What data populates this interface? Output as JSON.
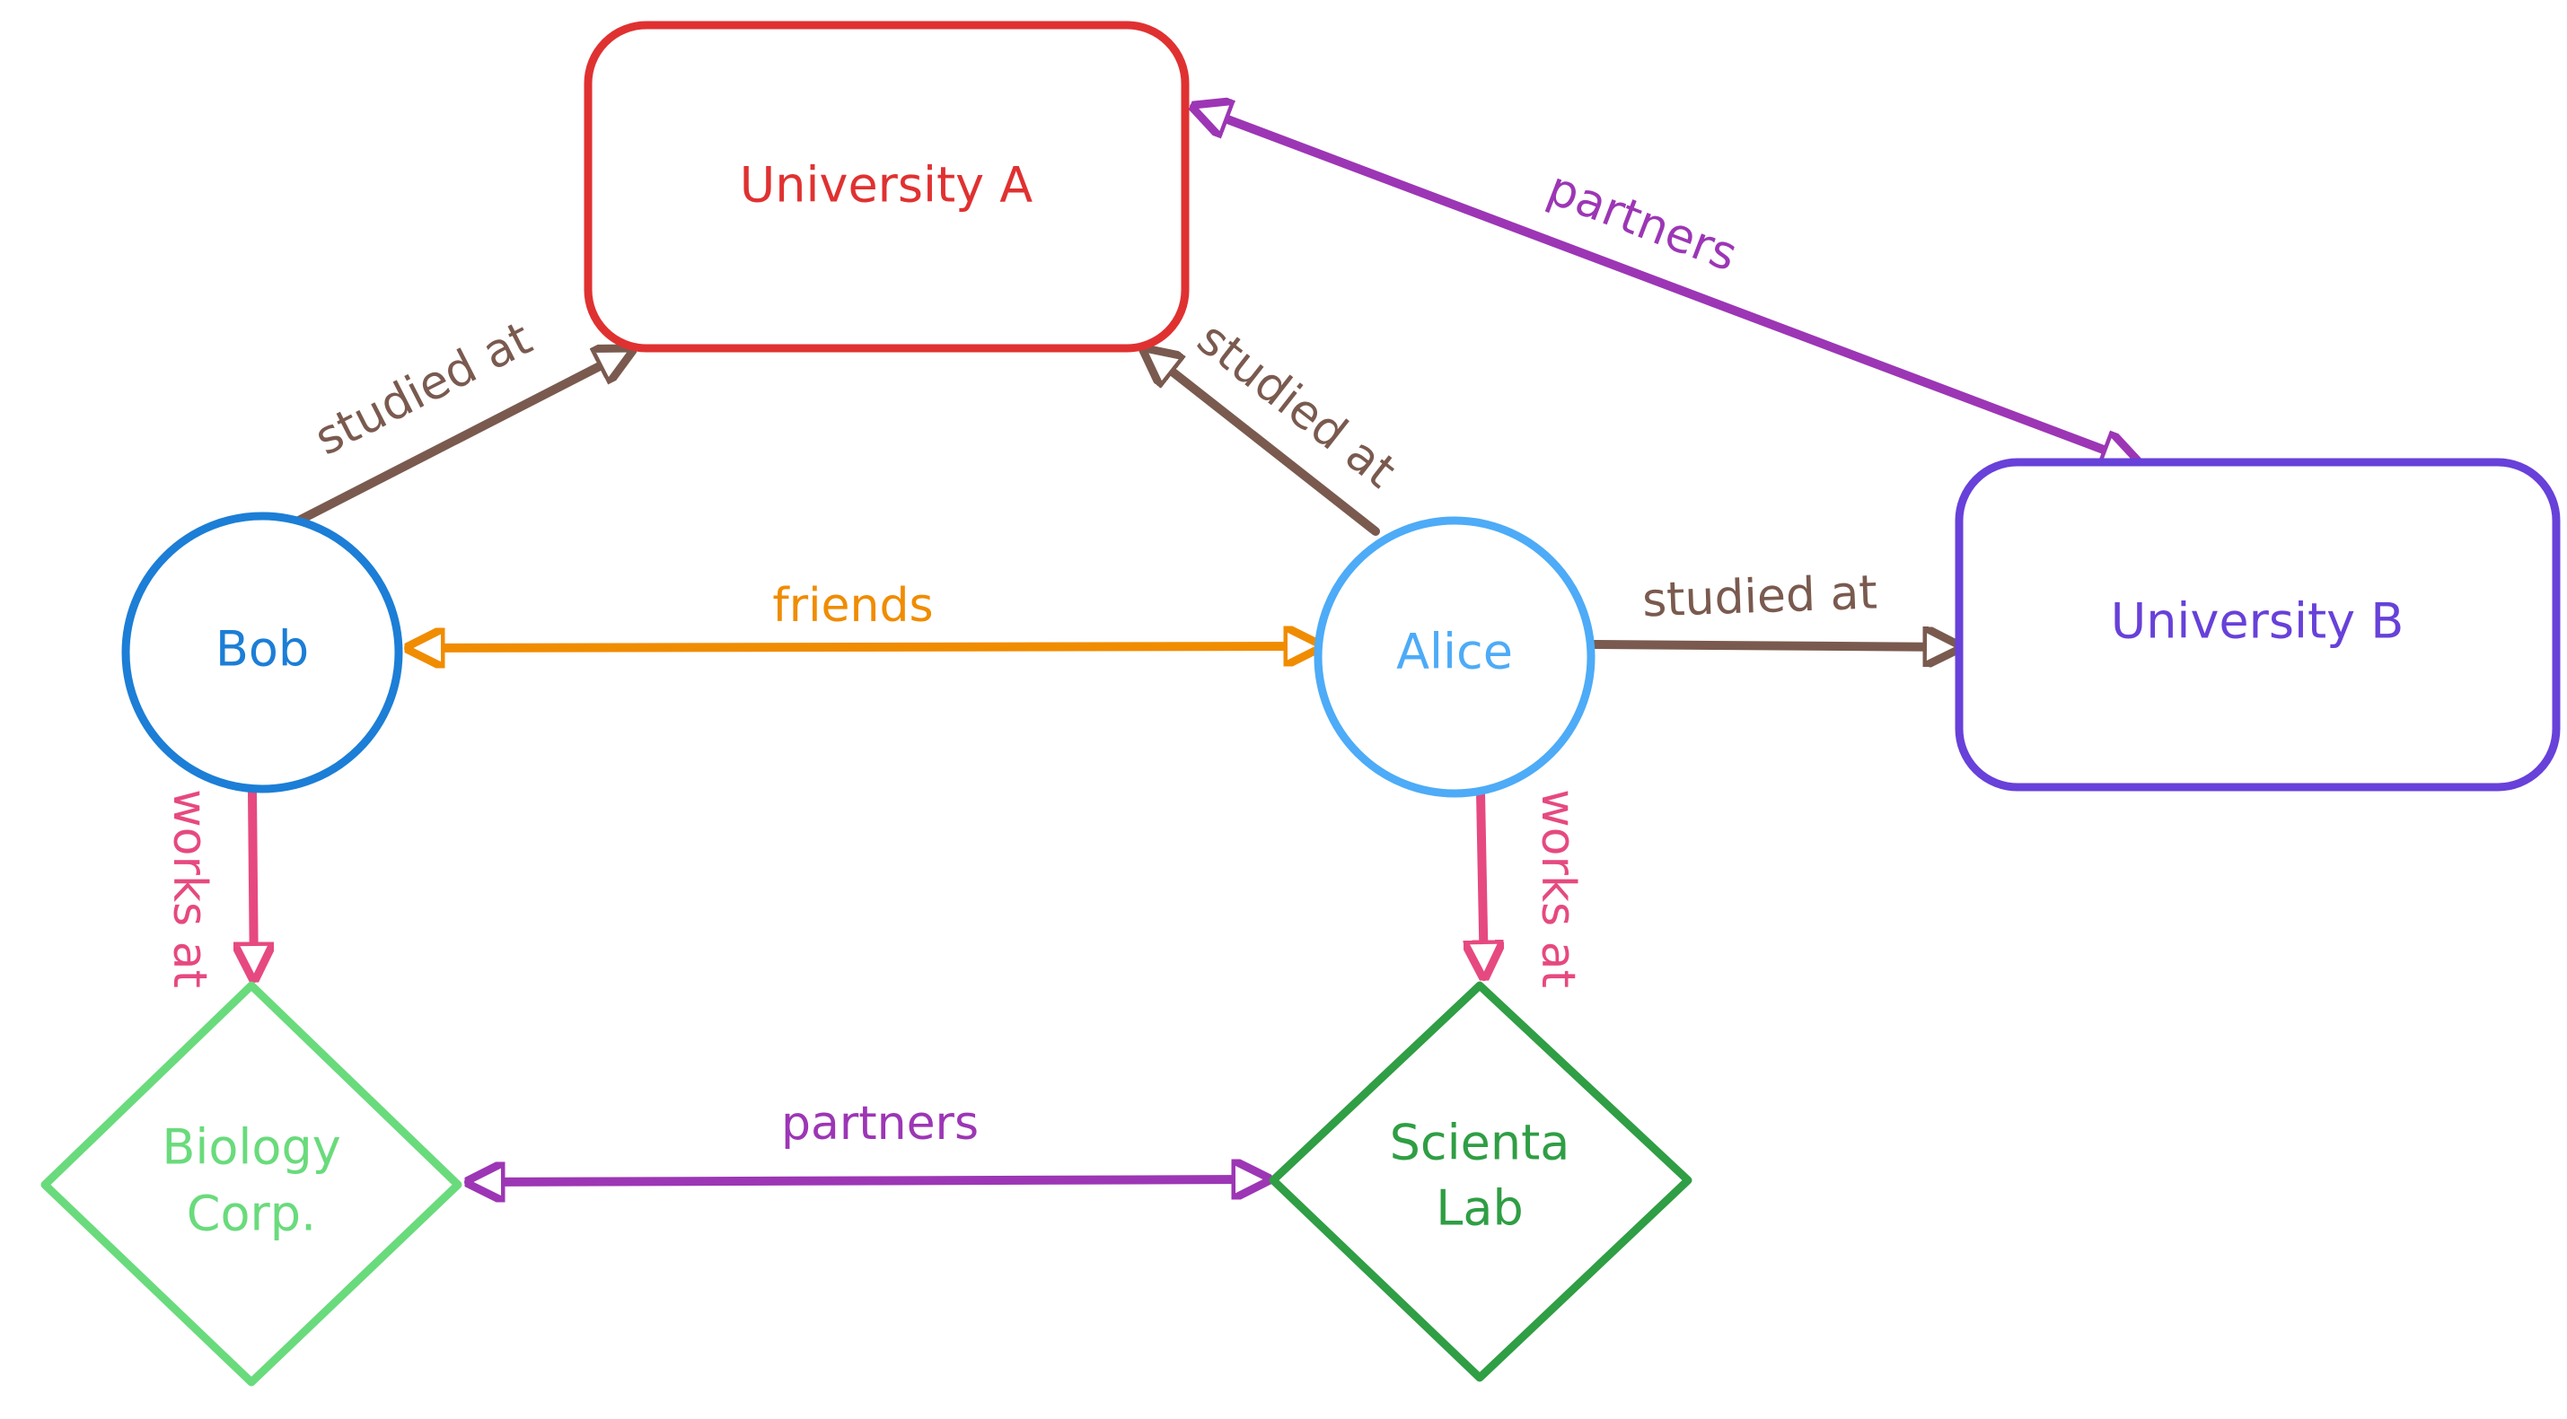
{
  "colors": {
    "university_a": "#e03131",
    "university_b": "#6741d9",
    "bob": "#1c7ed6",
    "alice": "#4dabf7",
    "biology_corp": "#69db7c",
    "scienta_lab": "#2f9e44",
    "studied_at": "#7a5a4f",
    "friends": "#f08c00",
    "partners": "#9c36b5",
    "works_at": "#e64980"
  },
  "nodes": {
    "university_a": {
      "label": "University A",
      "shape": "rounded-rectangle"
    },
    "university_b": {
      "label": "University B",
      "shape": "rounded-rectangle"
    },
    "bob": {
      "label": "Bob",
      "shape": "circle"
    },
    "alice": {
      "label": "Alice",
      "shape": "circle"
    },
    "biology_corp": {
      "line1": "Biology",
      "line2": "Corp.",
      "shape": "diamond"
    },
    "scienta_lab": {
      "line1": "Scienta",
      "line2": "Lab",
      "shape": "diamond"
    }
  },
  "edges": {
    "bob_studied_at": {
      "label": "studied at",
      "from": "Bob",
      "to": "University A",
      "direction": "forward"
    },
    "alice_studied_at_a": {
      "label": "studied at",
      "from": "Alice",
      "to": "University A",
      "direction": "forward"
    },
    "alice_studied_at_b": {
      "label": "studied at",
      "from": "Alice",
      "to": "University B",
      "direction": "forward"
    },
    "universities_partners": {
      "label": "partners",
      "from": "University A",
      "to": "University B",
      "direction": "both"
    },
    "friends": {
      "label": "friends",
      "from": "Bob",
      "to": "Alice",
      "direction": "both"
    },
    "bob_works_at": {
      "label": "works at",
      "from": "Bob",
      "to": "Biology Corp.",
      "direction": "forward"
    },
    "alice_works_at": {
      "label": "works at",
      "from": "Alice",
      "to": "Scienta Lab",
      "direction": "forward"
    },
    "companies_partners": {
      "label": "partners",
      "from": "Biology Corp.",
      "to": "Scienta Lab",
      "direction": "both"
    }
  }
}
